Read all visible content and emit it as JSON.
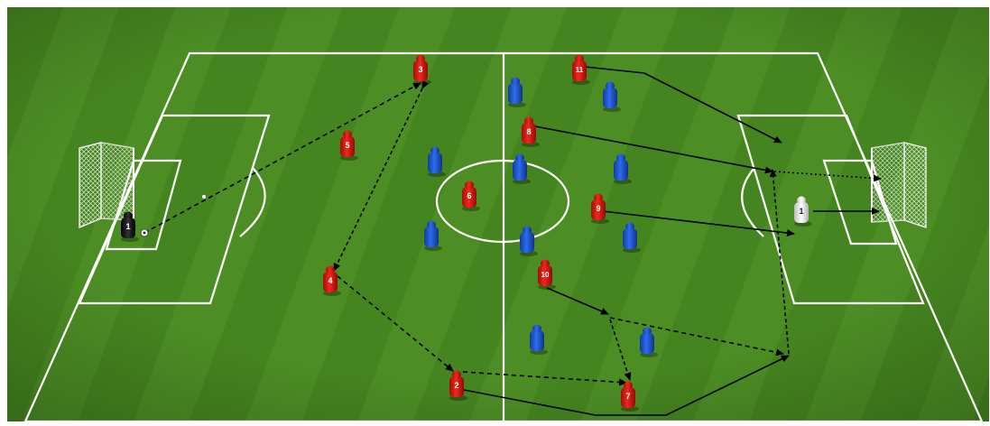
{
  "diagram": {
    "type": "football-tactics-board",
    "colors": {
      "grass_light": "#5b9b2c",
      "grass_dark": "#3f7d1c",
      "lines": "#ffffff",
      "attacking_team": "#e01a10",
      "defending_team": "#1f5bd6",
      "keeper_left": "#111111",
      "keeper_right": "#f2f2f2",
      "pass_arrow": "#000000"
    },
    "players": [
      {
        "id": "gk-left",
        "team": "black",
        "label": "1"
      },
      {
        "id": "r3",
        "team": "red",
        "label": "3"
      },
      {
        "id": "r5",
        "team": "red",
        "label": "5"
      },
      {
        "id": "r4",
        "team": "red",
        "label": "4"
      },
      {
        "id": "r6",
        "team": "red",
        "label": "6"
      },
      {
        "id": "r2",
        "team": "red",
        "label": "2"
      },
      {
        "id": "r11",
        "team": "red",
        "label": "11"
      },
      {
        "id": "r8",
        "team": "red",
        "label": "8"
      },
      {
        "id": "r9",
        "team": "red",
        "label": "9"
      },
      {
        "id": "r10",
        "team": "red",
        "label": "10"
      },
      {
        "id": "r7",
        "team": "red",
        "label": "7"
      },
      {
        "id": "gk-right",
        "team": "white",
        "label": "1"
      }
    ],
    "defenders_count": 10
  }
}
